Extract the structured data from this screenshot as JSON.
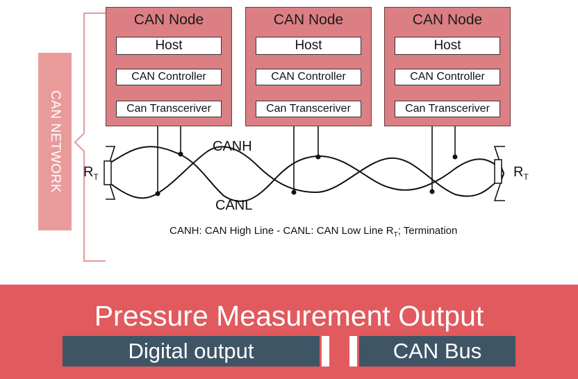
{
  "side_label": "CAN NETWORK",
  "nodes": [
    {
      "title": "CAN Node",
      "host": "Host",
      "controller": "CAN Controller",
      "transceiver": "Can Transceriver"
    },
    {
      "title": "CAN Node",
      "host": "Host",
      "controller": "CAN Controller",
      "transceiver": "Can Transceriver"
    },
    {
      "title": "CAN Node",
      "host": "Host",
      "controller": "CAN Controller",
      "transceiver": "Can Transceriver"
    }
  ],
  "wires": {
    "canh": "CANH",
    "canl": "CANL"
  },
  "termination": {
    "symbol": "R",
    "subscript": "T"
  },
  "legend": {
    "part1": "CANH: CAN High Line - CANL: CAN Low Line R",
    "sub": "T",
    "part2": "; Termination"
  },
  "banner": {
    "title": "Pressure Measurement Output",
    "left_bar": "Digital output",
    "right_bar": "CAN Bus"
  },
  "colors": {
    "node_fill": "#dc7f84",
    "side_label": "#e99b9c",
    "banner": "#e05a5e",
    "bar": "#3e5566"
  }
}
